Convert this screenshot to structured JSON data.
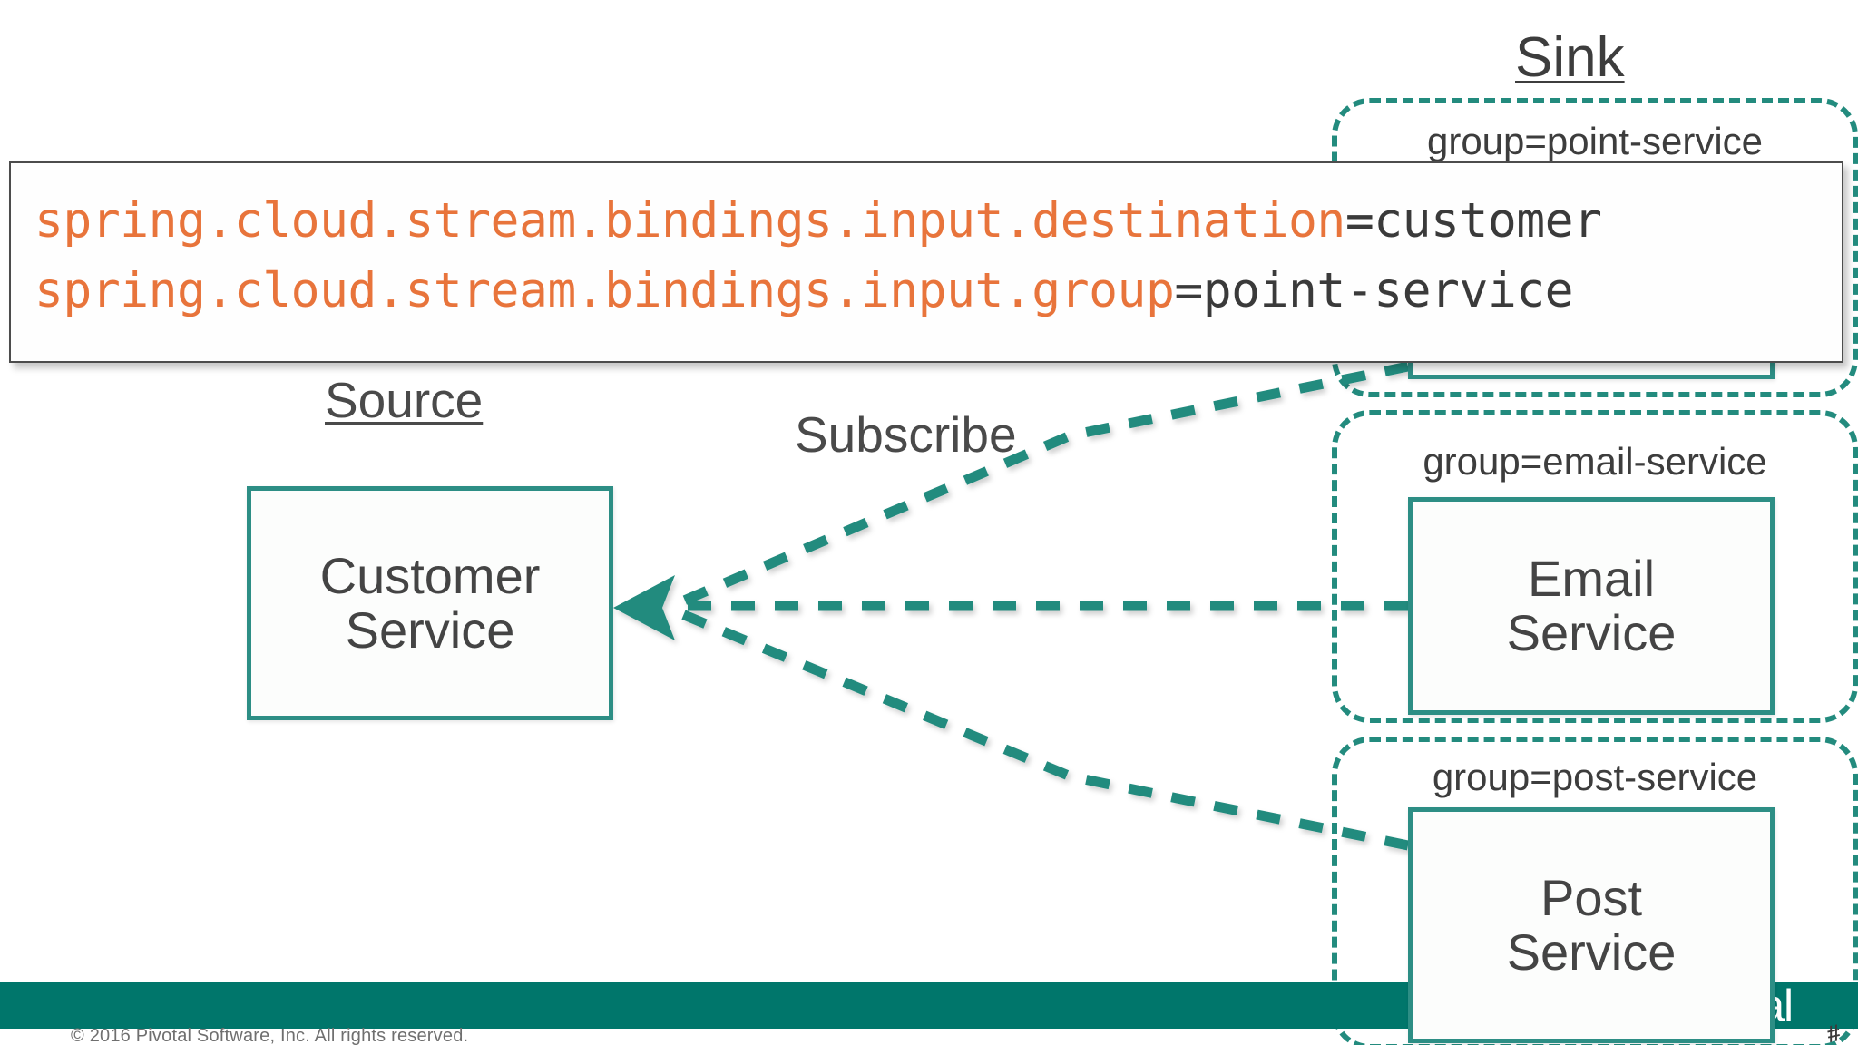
{
  "slide": {
    "title_sink": "Sink",
    "title_source": "Source",
    "label_subscribe": "Subscribe"
  },
  "code_overlay": {
    "lines": [
      {
        "key": "spring.cloud.stream.bindings.input.destination",
        "value": "=customer"
      },
      {
        "key": "spring.cloud.stream.bindings.input.group",
        "value": "=point-service"
      }
    ],
    "key_color": "#E8743B",
    "value_color": "#3a3a3a"
  },
  "source_side": {
    "service": {
      "line1": "Customer",
      "line2": "Service"
    }
  },
  "sink_side": {
    "groups": [
      {
        "label": "group=point-service",
        "service": {
          "line1": "",
          "line2": ""
        }
      },
      {
        "label": "group=email-service",
        "service": {
          "line1": "Email",
          "line2": "Service"
        }
      },
      {
        "label": "group=post-service",
        "service": {
          "line1": "Post",
          "line2": "Service"
        }
      }
    ]
  },
  "footer": {
    "copyright": "© 2016 Pivotal Software, Inc.  All rights reserved.",
    "brand": "Pivotal",
    "bar_color": "#00766B",
    "page_mark": "#"
  },
  "theme": {
    "teal": "#2D8E85",
    "dashed_teal": "#238B7E",
    "text_gray": "#3d3d3d"
  }
}
